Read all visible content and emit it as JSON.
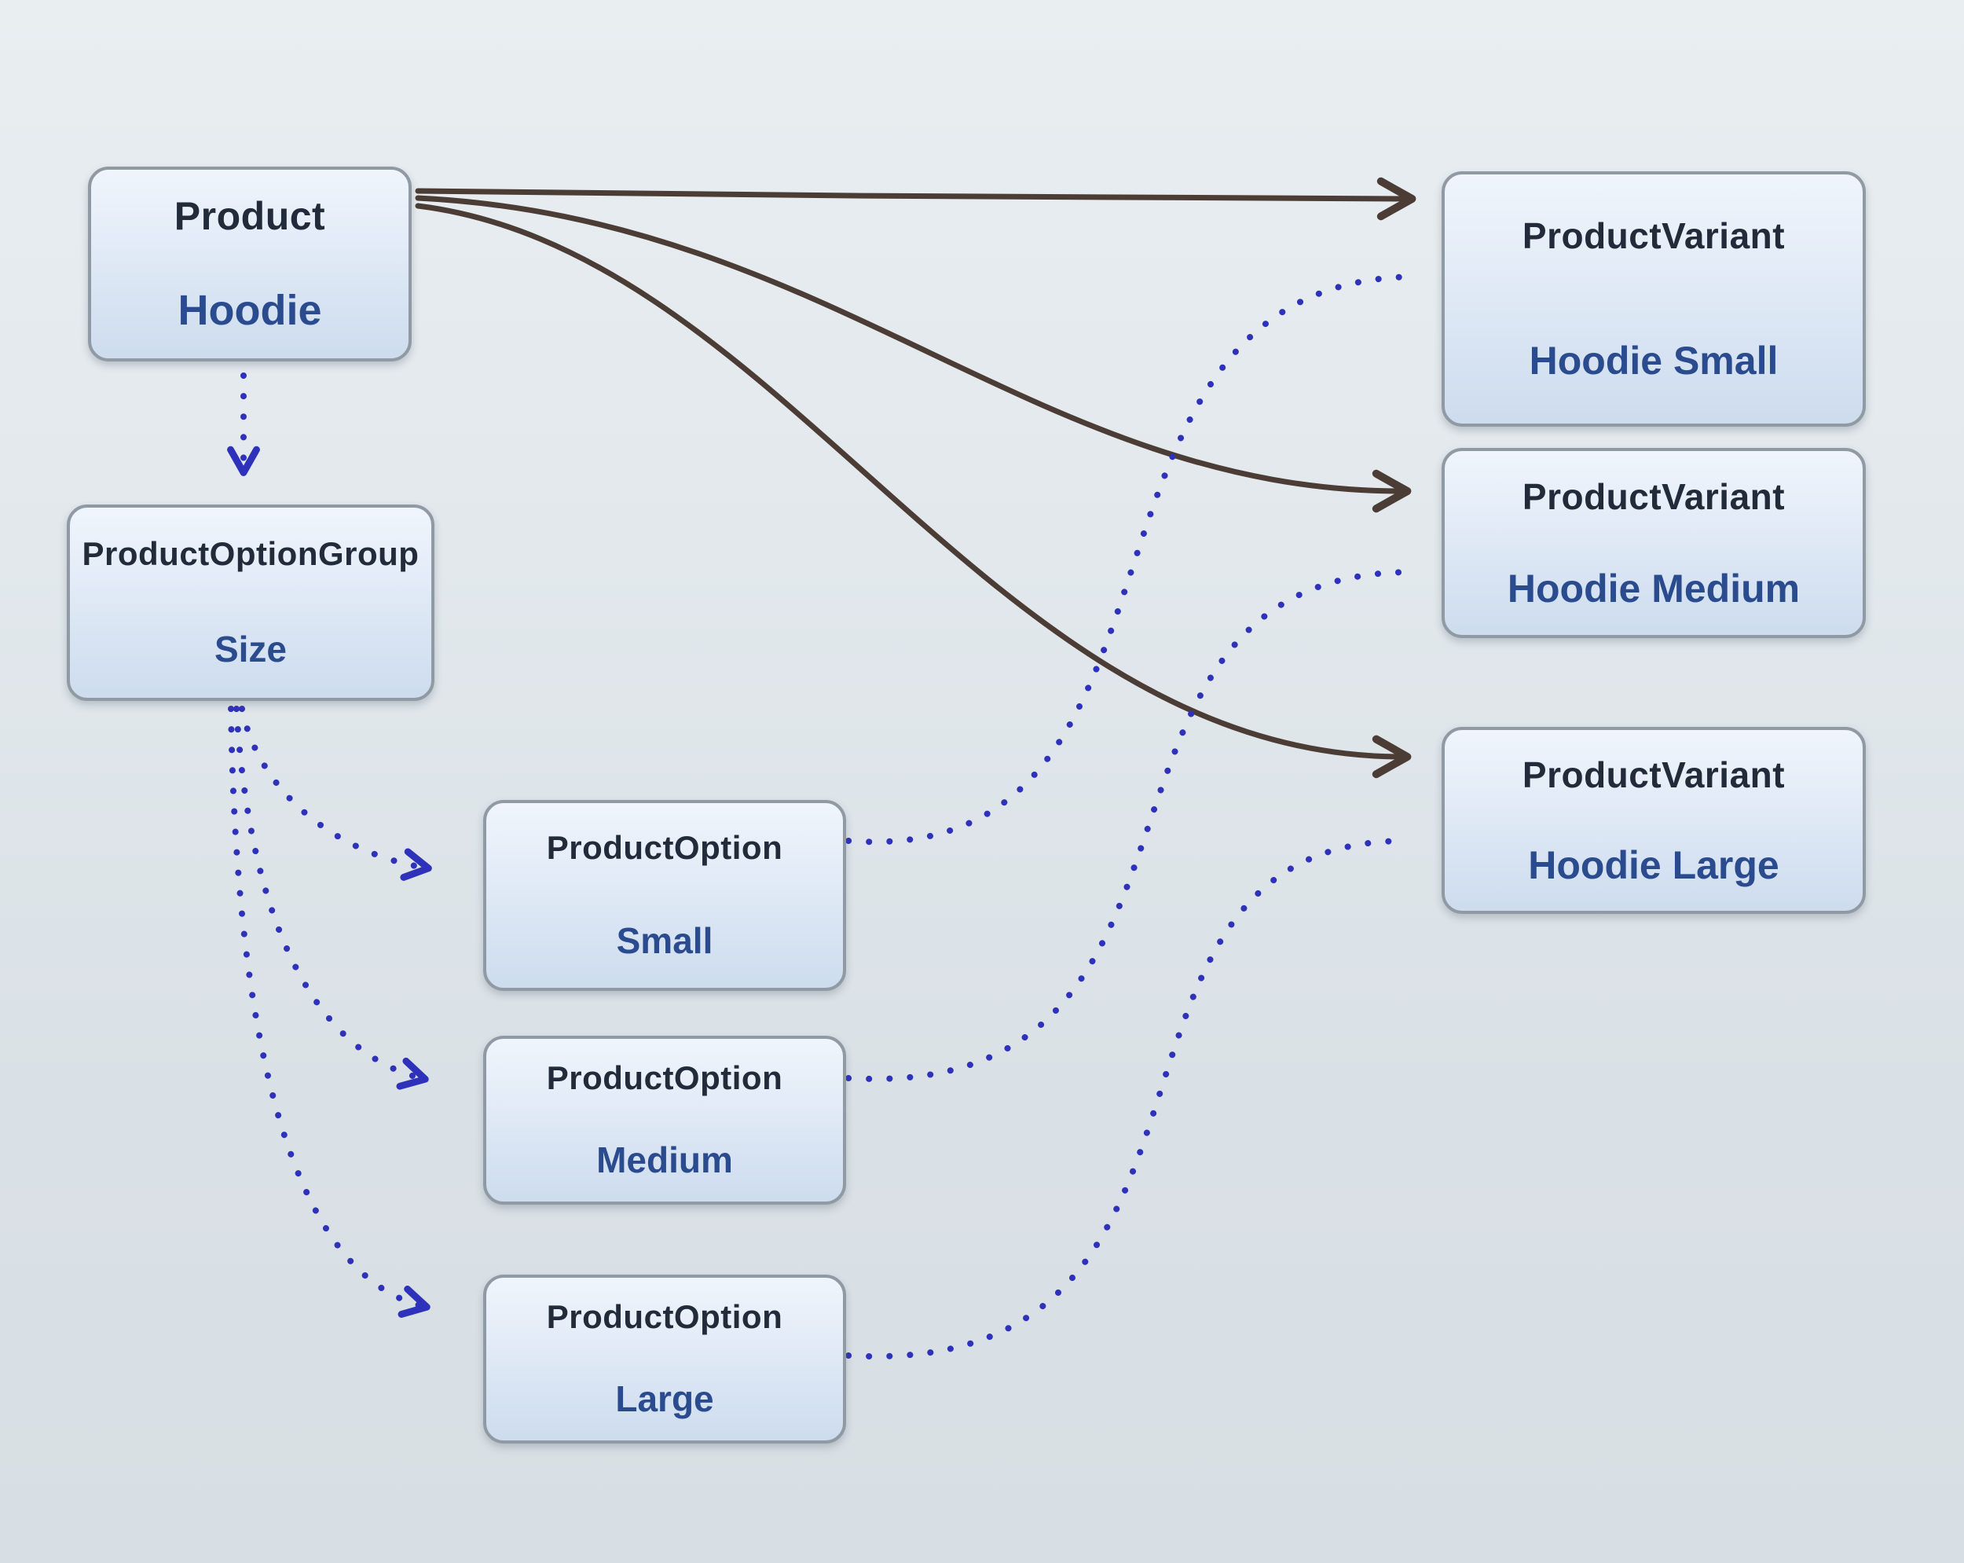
{
  "diagram": {
    "nodes": {
      "product": {
        "type": "Product",
        "value": "Hoodie"
      },
      "option_group": {
        "type": "ProductOptionGroup",
        "value": "Size"
      },
      "option_small": {
        "type": "ProductOption",
        "value": "Small"
      },
      "option_medium": {
        "type": "ProductOption",
        "value": "Medium"
      },
      "option_large": {
        "type": "ProductOption",
        "value": "Large"
      },
      "variant_small": {
        "type": "ProductVariant",
        "value": "Hoodie Small"
      },
      "variant_medium": {
        "type": "ProductVariant",
        "value": "Hoodie Medium"
      },
      "variant_large": {
        "type": "ProductVariant",
        "value": "Hoodie Large"
      }
    },
    "edges": [
      {
        "from": "product",
        "to": "variant_small",
        "style": "solid-arrow"
      },
      {
        "from": "product",
        "to": "variant_medium",
        "style": "solid-arrow"
      },
      {
        "from": "product",
        "to": "variant_large",
        "style": "solid-arrow"
      },
      {
        "from": "product",
        "to": "option_group",
        "style": "dotted-arrow"
      },
      {
        "from": "option_group",
        "to": "option_small",
        "style": "dotted-arrow"
      },
      {
        "from": "option_group",
        "to": "option_medium",
        "style": "dotted-arrow"
      },
      {
        "from": "option_group",
        "to": "option_large",
        "style": "dotted-arrow"
      },
      {
        "from": "option_small",
        "to": "variant_small",
        "style": "dotted-line"
      },
      {
        "from": "option_medium",
        "to": "variant_medium",
        "style": "dotted-line"
      },
      {
        "from": "option_large",
        "to": "variant_large",
        "style": "dotted-line"
      }
    ],
    "colors": {
      "solid_arrow": "#4b3d36",
      "dotted_arrow": "#2e31ba",
      "node_title": "#212b3a",
      "node_value": "#2b4b8f",
      "node_border": "#8f9aa4",
      "node_fill_top": "#f0f5fc",
      "node_fill_bottom": "#cddcee",
      "background_top": "#e9eef1",
      "background_bottom": "#d8dfe4"
    }
  }
}
